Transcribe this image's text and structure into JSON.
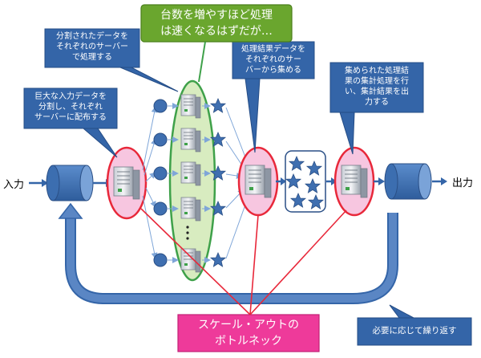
{
  "labels": {
    "input": "入力",
    "output": "出力"
  },
  "callouts": {
    "split_data": [
      "分割されたデータを",
      "それぞれのサーバー",
      "で処理する"
    ],
    "distribute": [
      "巨大な入力データを",
      "分割し、それぞれ",
      "サーバーに配布する"
    ],
    "collect": [
      "処理結果データを",
      "それぞれのサー",
      "バーから集める"
    ],
    "aggregate": [
      "集められた処理結",
      "果の集計処理を行",
      "い、集計結果を出",
      "力する"
    ],
    "repeat": "必要に応じて繰り返す"
  },
  "banners": {
    "scale_out": [
      "台数を増やすほど処理",
      "は速くなるはずだが…"
    ],
    "bottleneck": [
      "スケール・アウトの",
      "ボトルネック"
    ]
  },
  "colors": {
    "node_blue": "#3f6fb0",
    "callout_blue": "#3465a8",
    "highlight_pink": "#f7c6e0",
    "highlight_red": "#e8283a",
    "highlight_green": "#d8ecc0",
    "banner_green": "#6aa62e",
    "banner_pink": "#ee3a9a",
    "connector_red": "#e8283a"
  }
}
